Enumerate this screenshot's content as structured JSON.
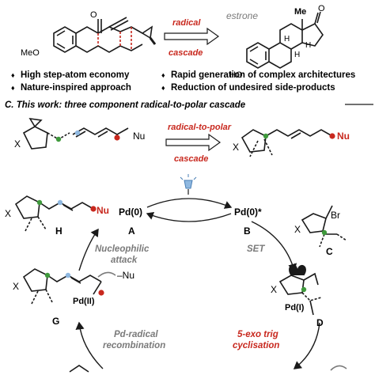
{
  "scheme_top": {
    "methoxy_label": "MeO",
    "arrow_top_label": "radical",
    "arrow_bottom_label": "cascade",
    "product_name": "estrone",
    "methyl_label": "Me",
    "oxo_label": "O",
    "h_label": "H",
    "hydroxy_label": "HO",
    "bullets": [
      "High step-atom economy",
      "Nature-inspired approach",
      "Rapid generation of complex architectures",
      "Reduction of undesired side-products"
    ],
    "bullet_symbol": "♦"
  },
  "section_c": {
    "title": "C. This work: three component radical-to-polar cascade",
    "x_label": "X",
    "nu_label": "Nu",
    "arrow_top_label": "radical-to-polar",
    "arrow_bottom_label": "cascade"
  },
  "cycle": {
    "pd0": "Pd(0)",
    "pd0_letter": "A",
    "pd0_star": "Pd(0)*",
    "pd0_star_letter": "B",
    "h_letter": "H",
    "c_letter": "C",
    "br_label": "Br",
    "g_letter": "G",
    "d_letter": "D",
    "pd1_label": "Pd(I)",
    "pd2_label": "Pd(II)",
    "nu_anion": "–Nu",
    "nucleophilic_line1": "Nucleophilic",
    "nucleophilic_line2": "attack",
    "set_label": "SET",
    "recomb_line1": "Pd-radical",
    "recomb_line2": "recombination",
    "exo_line1": "5-exo trig",
    "exo_line2": "cyclisation"
  },
  "colors": {
    "ink": "#1a1a1a",
    "accent_red": "#c8281e",
    "green_dot": "#3f9a3c",
    "blue_dot": "#8fb8e0",
    "muted_grey": "#7a7a7a"
  }
}
